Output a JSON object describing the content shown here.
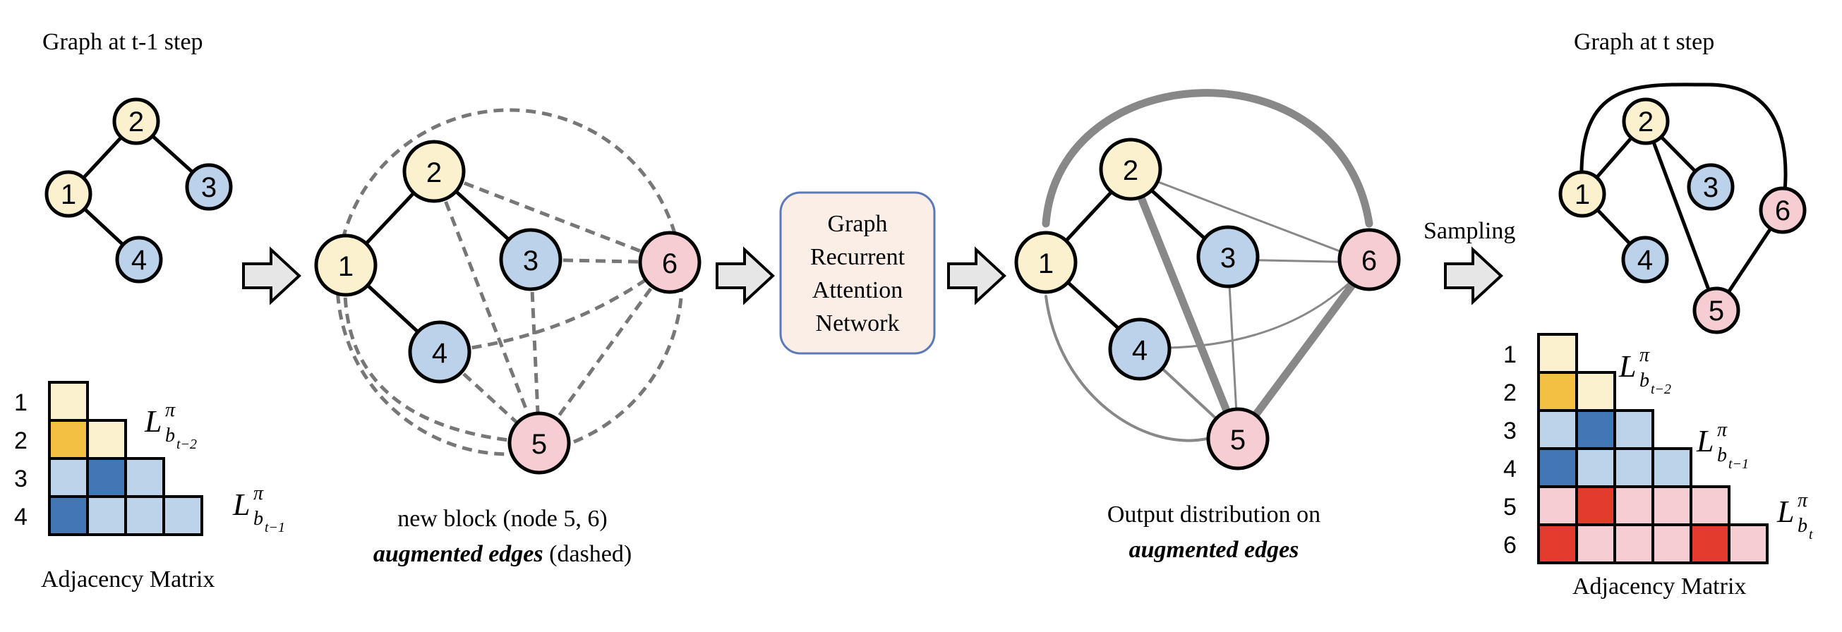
{
  "colors": {
    "node_yellow": "#fbf1cf",
    "node_blue": "#bcd1ea",
    "node_pink": "#f6cdd2",
    "cell_light_yellow": "#fbf1cf",
    "cell_dark_yellow": "#f3c044",
    "cell_light_blue": "#bdd3ea",
    "cell_dark_blue": "#4376b4",
    "cell_light_pink": "#f6cdd2",
    "cell_red": "#e43b2f",
    "box_fill": "#fbeee6",
    "box_border": "#5b79b9",
    "dashed_edge": "#777777",
    "prob_edge": "#888888",
    "arrow_fill": "#e6e6e6"
  },
  "titles": {
    "left": "Graph at t-1 step",
    "right": "Graph at t step"
  },
  "captions": {
    "middle_line1": "new block (node 5, 6)",
    "middle_line2_bold_italic": "augmented edges",
    "middle_line2_rest": " (dashed)",
    "right_line1": "Output distribution on",
    "right_line2_bold_italic": "augmented edges",
    "adjacency_left": "Adjacency Matrix",
    "adjacency_right": "Adjacency Matrix"
  },
  "box": {
    "lines": [
      "Graph",
      "Recurrent",
      "Attention",
      "Network"
    ]
  },
  "sampling_label": "Sampling",
  "node_labels": [
    "1",
    "2",
    "3",
    "4",
    "5",
    "6"
  ],
  "matrix_row_labels_left": [
    "1",
    "2",
    "3",
    "4"
  ],
  "matrix_row_labels_right": [
    "1",
    "2",
    "3",
    "4",
    "5",
    "6"
  ],
  "block_labels": {
    "L": "L",
    "pi": "π",
    "sub_b_t2": "b",
    "sub_t2": "t−2",
    "sub_b_t1": "b",
    "sub_t1": "t−1",
    "sub_b_t": "b",
    "sub_t": "t"
  }
}
